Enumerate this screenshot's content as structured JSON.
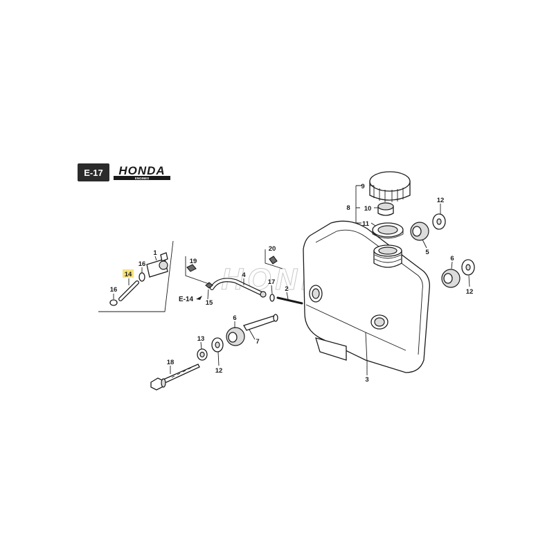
{
  "header": {
    "section_code": "E-17",
    "brand": "HONDA",
    "brand_sub": "ENGINES",
    "badge_bg": "#2b2b2b",
    "badge_fg": "#ffffff"
  },
  "watermark": "HONDA",
  "refs": {
    "engine_page": "E-14"
  },
  "highlight": {
    "part": "14",
    "color": "#f6e27a"
  },
  "callouts": {
    "p1": "1",
    "p2": "2",
    "p3": "3",
    "p4": "4",
    "p5": "5",
    "p6a": "6",
    "p6b": "6",
    "p7": "7",
    "p8": "8",
    "p9": "9",
    "p10": "10",
    "p11": "11",
    "p12a": "12",
    "p12b": "12",
    "p12c": "12",
    "p13": "13",
    "p14": "14",
    "p15": "15",
    "p16a": "16",
    "p16b": "16",
    "p17": "17",
    "p18": "18",
    "p19": "19",
    "p20": "20"
  }
}
